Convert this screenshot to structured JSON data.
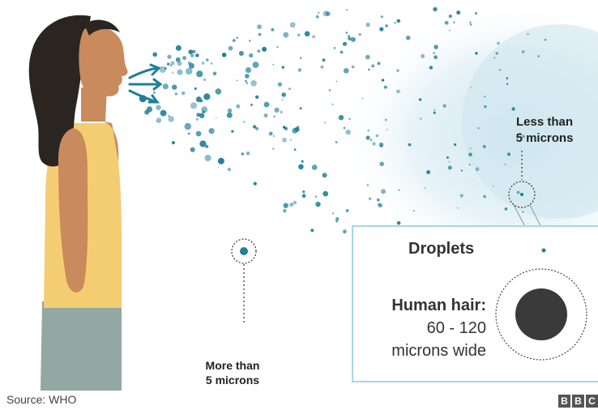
{
  "labels": {
    "less_than_line1": "Less than",
    "less_than_line2": "5 microns",
    "more_than_line1": "More than",
    "more_than_line2": "5 microns"
  },
  "info_box": {
    "title": "Droplets",
    "hair_label": "Human hair:",
    "hair_range": "60 - 120",
    "hair_unit": "microns wide"
  },
  "footer": {
    "source": "Source: WHO",
    "logo": [
      "B",
      "B",
      "C"
    ]
  },
  "colors": {
    "droplet": "#1f7f97",
    "mist": "#cfe7ef",
    "skin": "#c98a5e",
    "hair": "#2a2521",
    "shirt": "#f4cd73",
    "pants": "#93a7a3",
    "hair_dot": "#3a3a3a",
    "box_border": "#a7d7e3"
  }
}
